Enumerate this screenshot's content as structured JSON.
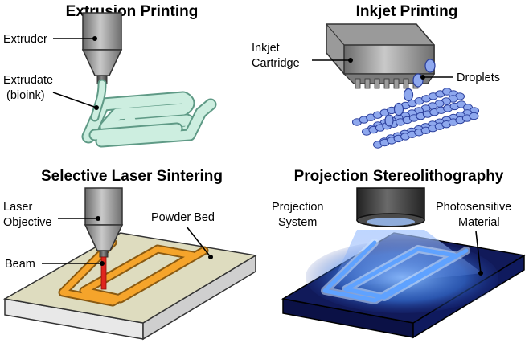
{
  "panels": {
    "extrusion": {
      "title": "Extrusion Printing",
      "extruder_label": "Extruder",
      "extrudate_label_line1": "Extrudate",
      "extrudate_label_line2": "(bioink)"
    },
    "inkjet": {
      "title": "Inkjet Printing",
      "cartridge_label_line1": "Inkjet",
      "cartridge_label_line2": "Cartridge",
      "droplets_label": "Droplets"
    },
    "sls": {
      "title": "Selective Laser Sintering",
      "objective_label_line1": "Laser",
      "objective_label_line2": "Objective",
      "powder_bed_label": "Powder Bed",
      "beam_label": "Beam"
    },
    "stereo": {
      "title": "Projection Stereolithography",
      "projection_label_line1": "Projection",
      "projection_label_line2": "System",
      "material_label_line1": "Photosensitive",
      "material_label_line2": "Material"
    }
  },
  "colors": {
    "extrudate": "#cdeee0",
    "extrudate_edge": "#5f9a86",
    "droplet": "#8ea8ee",
    "droplet_edge": "#2b3f9c",
    "powder_bed": "#dedcbf",
    "sintered_track": "#f5a42b",
    "laser_beam": "#e0261f",
    "resin_dark": "#111a5a",
    "resin_glow": "#3f86f3"
  },
  "icons": {
    "extruder": "extruder-nozzle-icon",
    "cartridge": "inkjet-cartridge-icon",
    "laser": "laser-objective-icon",
    "projector": "projection-system-icon"
  }
}
